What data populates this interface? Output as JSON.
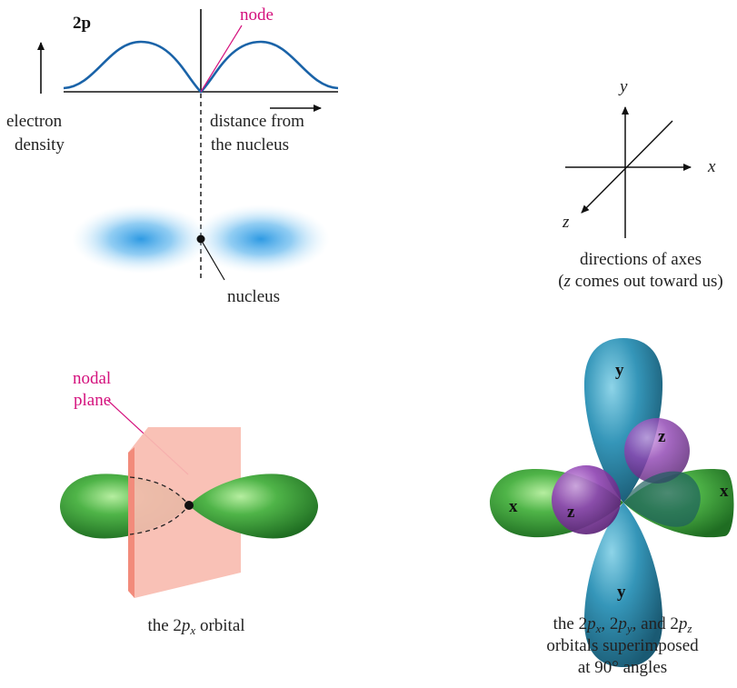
{
  "curve": {
    "title": "2p",
    "node_label": "node",
    "y_axis_label": [
      "electron",
      "density"
    ],
    "x_axis_label": [
      "distance from",
      "the nucleus"
    ],
    "nucleus_label": "nucleus"
  },
  "axes": {
    "x": "x",
    "y": "y",
    "z": "z",
    "caption_line1": "directions of axes",
    "caption_line2_prefix": "(",
    "caption_line2_var": "z",
    "caption_line2_rest": " comes out toward us)"
  },
  "px_orbital": {
    "plane_label": [
      "nodal",
      "plane"
    ],
    "caption_prefix": "the 2",
    "caption_p": "p",
    "caption_sub": "x",
    "caption_suffix": " orbital"
  },
  "superimposed": {
    "lobe_labels": {
      "x": "x",
      "y": "y",
      "z": "z"
    },
    "caption_line1_parts": [
      "the 2",
      "p",
      "x",
      ", 2",
      "p",
      "y",
      ", and 2",
      "p",
      "z"
    ],
    "caption_line2": "orbitals superimposed",
    "caption_line3": "at 90° angles"
  },
  "colors": {
    "curve": "#1a63a8",
    "accent": "#d4117d",
    "cloud": "#3aa3e3",
    "plane": "#f8b5a8",
    "green_lobe": "#3d9f3a",
    "teal_lobe": "#2f8fb0",
    "purple_lobe": "#8a3fa8"
  }
}
